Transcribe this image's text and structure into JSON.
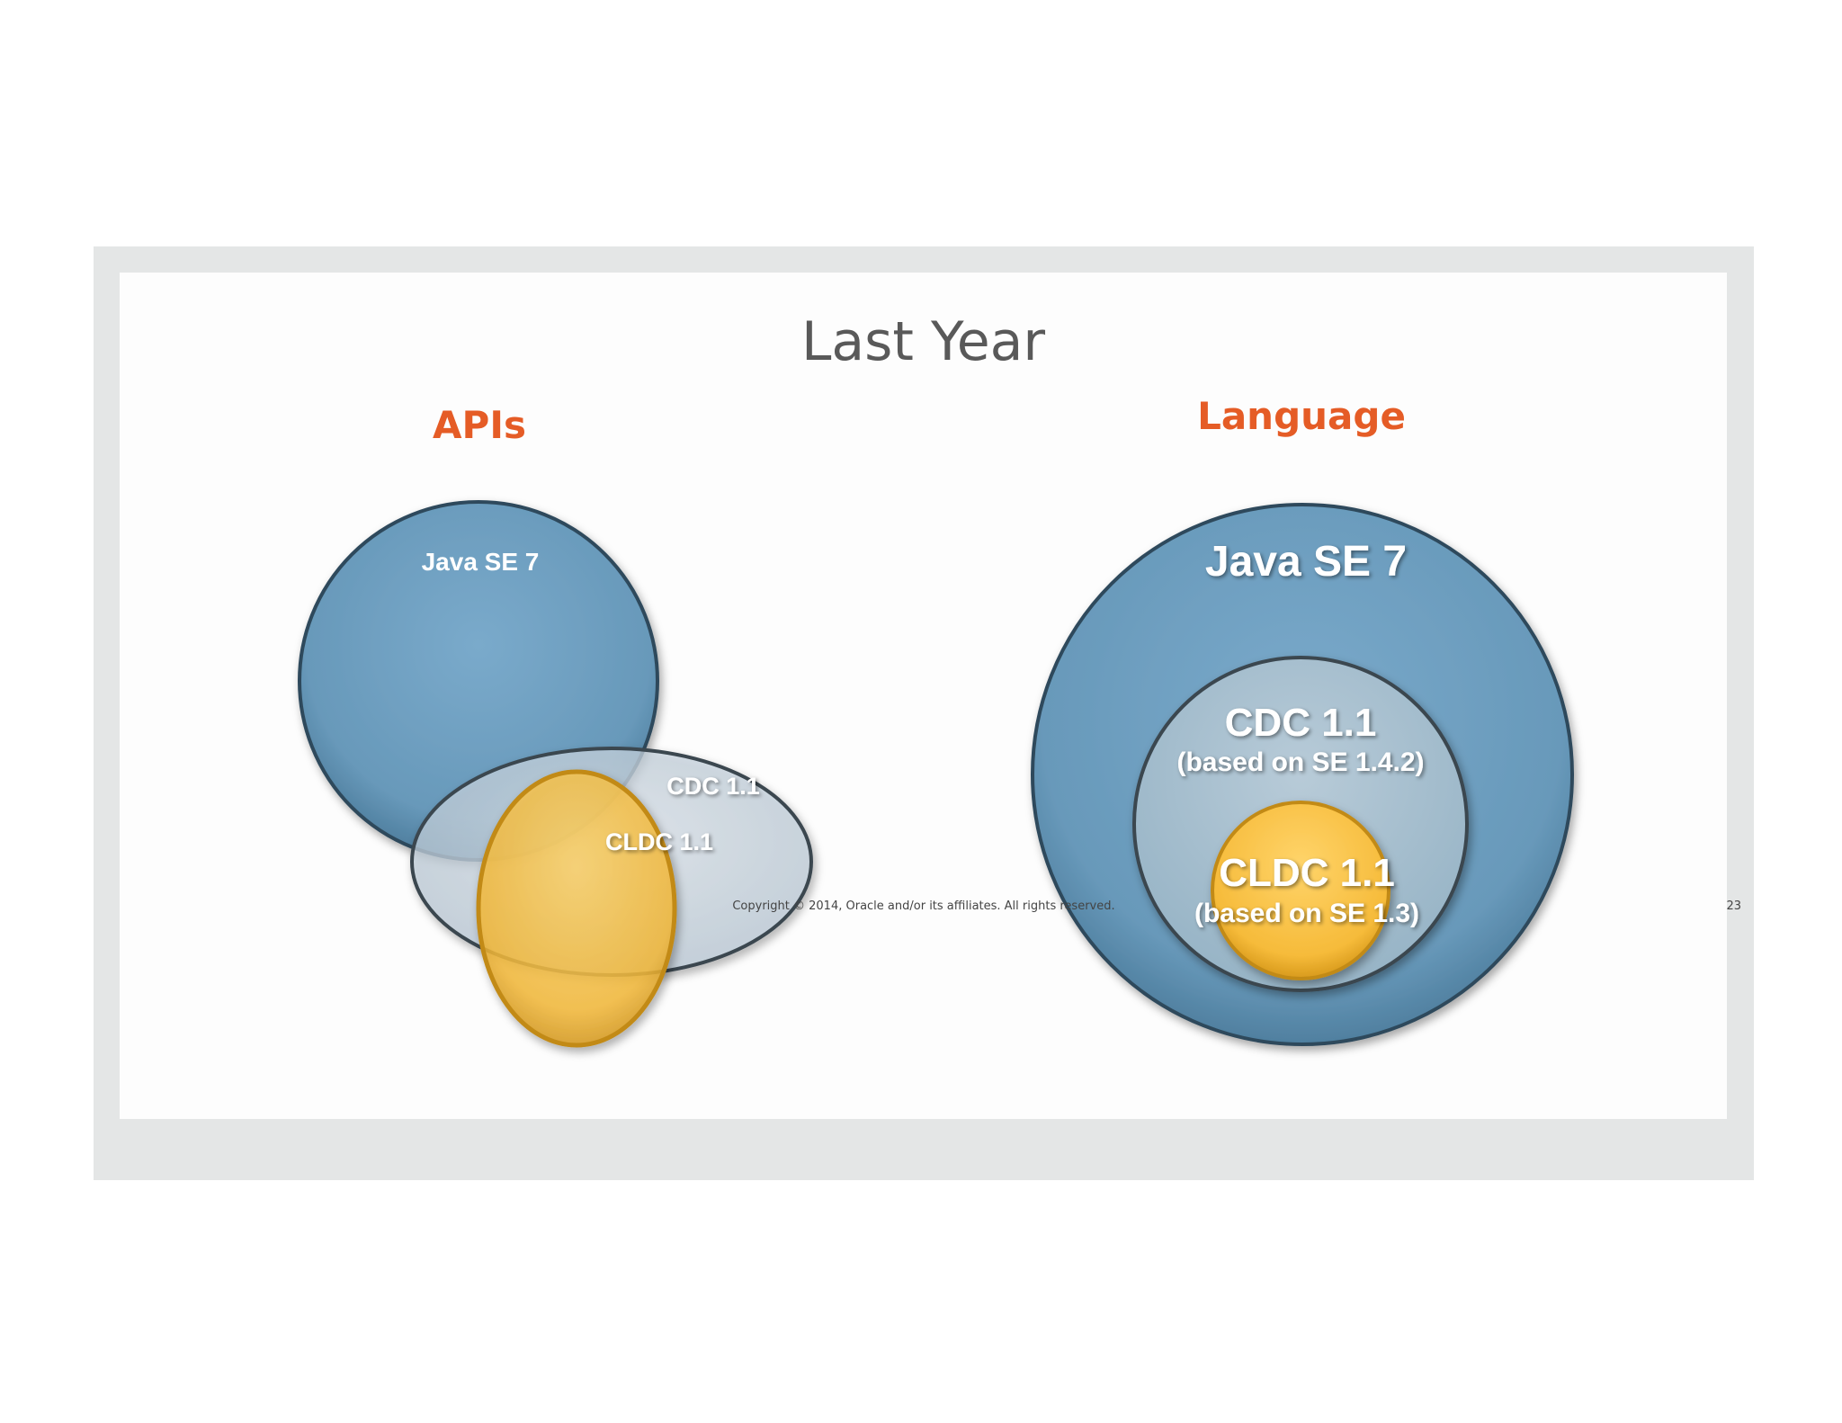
{
  "slide": {
    "title": "Last Year",
    "apis_heading": "APIs",
    "language_heading": "Language",
    "copyright": "Copyright © 2014, Oracle and/or its affiliates. All rights reserved.",
    "page_number": "23"
  },
  "apis_diagram": {
    "java_se": "Java SE 7",
    "cdc": "CDC 1.1",
    "cldc": "CLDC 1.1"
  },
  "language_diagram": {
    "java_se": "Java SE 7",
    "cdc": "CDC 1.1",
    "cdc_note": "(based on SE 1.4.2)",
    "cldc": "CLDC 1.1",
    "cldc_note": "(based on SE 1.3)"
  },
  "colors": {
    "java_blue": "#6b9dbd",
    "cdc_grey": "#c9d6e1",
    "cldc_gold": "#f8bf45",
    "heading_orange": "#e55c26"
  }
}
